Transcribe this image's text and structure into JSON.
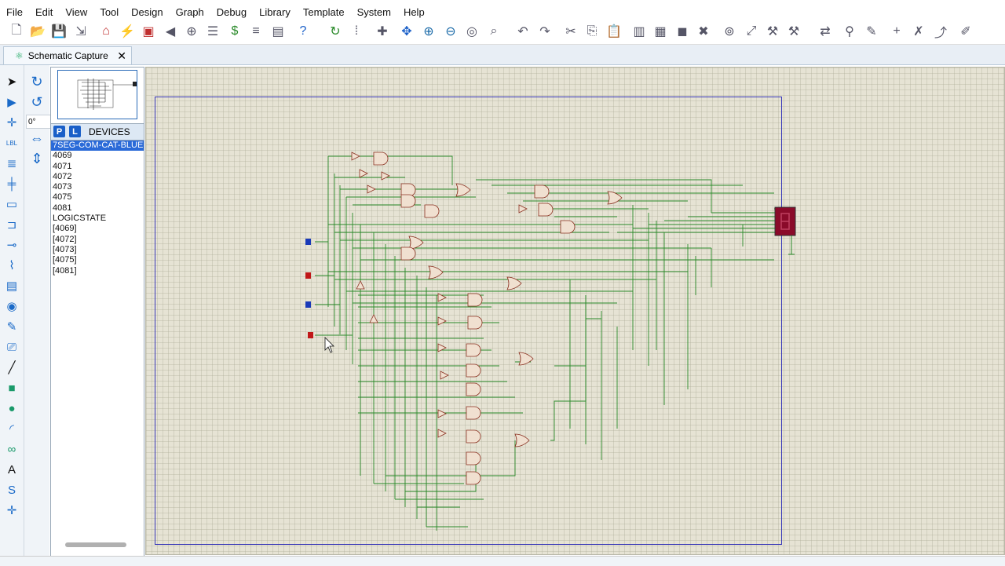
{
  "menu": [
    "File",
    "Edit",
    "View",
    "Tool",
    "Design",
    "Graph",
    "Debug",
    "Library",
    "Template",
    "System",
    "Help"
  ],
  "tab": {
    "label": "Schematic Capture",
    "close": "✕"
  },
  "rotation": {
    "value": "0°"
  },
  "devices": {
    "title": "DEVICES",
    "p_btn": "P",
    "l_btn": "L",
    "items": [
      "7SEG-COM-CAT-BLUE",
      "4069",
      "4071",
      "4072",
      "4073",
      "4075",
      "4081",
      "LOGICSTATE",
      "[4069]",
      "[4072]",
      "[4073]",
      "[4075]",
      "[4081]"
    ],
    "selected_index": 0
  },
  "colors": {
    "wire": "#2a8a2a",
    "gate_fill": "#f0e0d0",
    "gate_stroke": "#8a3020",
    "display": "#8a0a2a",
    "sheet_border": "#3838b8"
  },
  "icons": {
    "toolbar": [
      "new-file-icon",
      "open-folder-icon",
      "save-icon",
      "import-icon",
      "home-icon",
      "component-icon",
      "chip-icon",
      "back-icon",
      "zoom-area-icon",
      "bom-icon",
      "dollar-icon",
      "netlist-icon",
      "document-icon",
      "help-icon",
      "refresh-icon",
      "grid-icon",
      "origin-icon",
      "pan-icon",
      "zoom-in-icon",
      "zoom-out-icon",
      "zoom-all-icon",
      "zoom-fit-icon",
      "undo-icon",
      "redo-icon",
      "cut-icon",
      "copy-icon",
      "paste-icon",
      "block-copy-icon",
      "block-move-icon",
      "block-rotate-icon",
      "block-delete-icon",
      "pick-device-icon",
      "make-device-icon",
      "package-icon",
      "decompose-icon",
      "wire-autoroute-icon",
      "search-icon",
      "property-assign-icon",
      "new-sheet-icon",
      "remove-sheet-icon",
      "exit-parent-icon",
      "edit-script-icon"
    ],
    "left": [
      "select-icon",
      "component-mode-icon",
      "junction-icon",
      "label-icon",
      "text-script-icon",
      "bus-icon",
      "subcircuit-icon",
      "terminal-icon",
      "pin-icon",
      "graph-icon",
      "tape-icon",
      "generator-icon",
      "probe-icon",
      "instrument-icon",
      "line-icon",
      "box-icon",
      "circle-icon",
      "arc-icon",
      "path-icon",
      "text-icon",
      "symbol-icon",
      "marker-icon"
    ],
    "rotate": [
      "rotate-cw-icon",
      "rotate-ccw-icon",
      "mirror-h-icon",
      "mirror-v-icon"
    ]
  }
}
